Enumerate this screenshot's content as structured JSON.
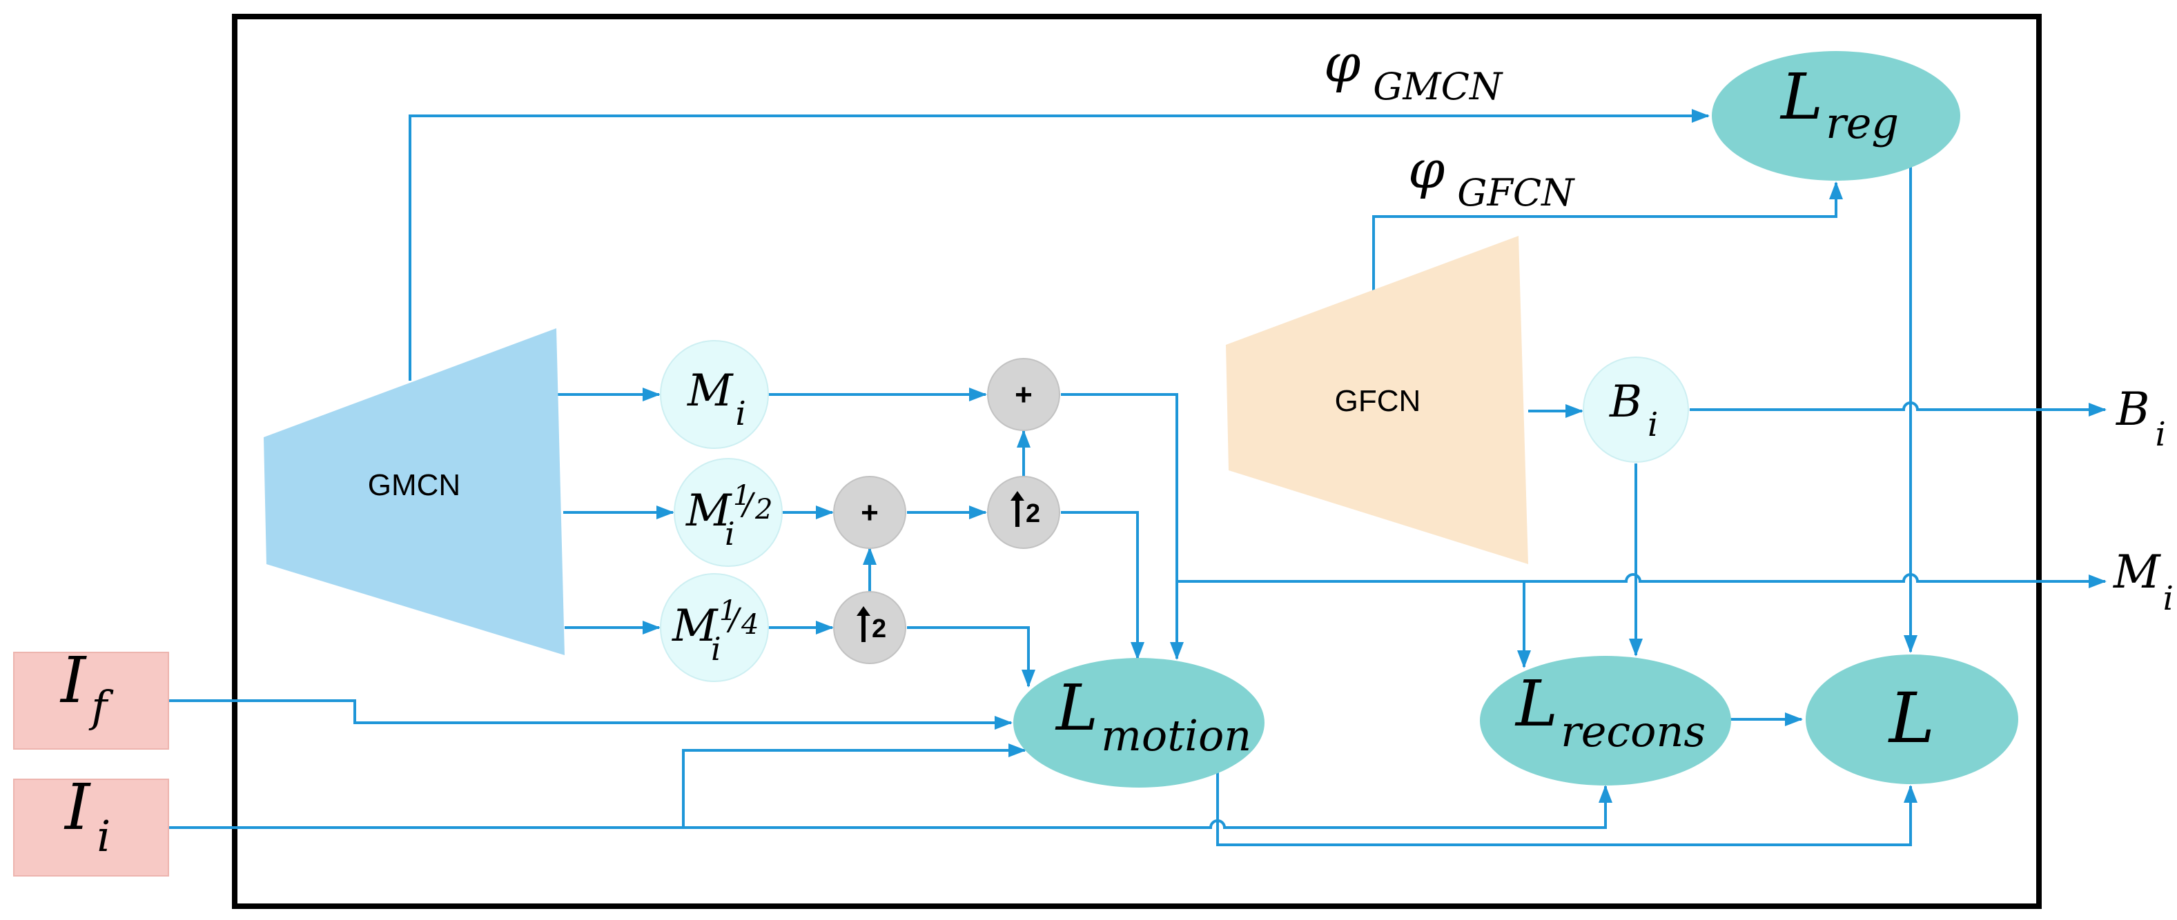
{
  "colors": {
    "arrow": "#1E96D8",
    "gmcn_fill": "#A6D8F2",
    "gfcn_fill": "#FBE6CB",
    "loss_fill": "#82D3D2",
    "pale_node": "#E3FAFB",
    "op_node": "#D4D4D4",
    "input_fill": "#F7C9C5",
    "frame": "#000000"
  },
  "networks": {
    "gmcn": "GMCN",
    "gfcn": "GFCN"
  },
  "params": {
    "phi_gmcn": {
      "symbol": "φ",
      "sub": "GMCN"
    },
    "phi_gfcn": {
      "symbol": "φ",
      "sub": "GFCN"
    }
  },
  "inputs": {
    "i_f": {
      "base": "I",
      "sub": "f"
    },
    "i_i": {
      "base": "I",
      "sub": "i"
    }
  },
  "nodes": {
    "m_full": {
      "base": "M",
      "sub": "i"
    },
    "m_half": {
      "base": "M",
      "sub": "i",
      "sup_num": "1",
      "sup_den": "2"
    },
    "m_quarter": {
      "base": "M",
      "sub": "i",
      "sup_num": "1",
      "sup_den": "4"
    },
    "b_node": {
      "base": "B",
      "sub": "i"
    }
  },
  "ops": {
    "add": "+",
    "upsample": "2",
    "upsample_icon": "up-arrow-icon"
  },
  "losses": {
    "reg": {
      "base": "L",
      "sub": "reg"
    },
    "motion": {
      "base": "L",
      "sub": "motion"
    },
    "recons": {
      "base": "L",
      "sub": "recons"
    },
    "total": {
      "base": "L"
    }
  },
  "outputs": {
    "b_out": {
      "base": "B",
      "sub": "i"
    },
    "m_out": {
      "base": "M",
      "sub": "i"
    }
  }
}
